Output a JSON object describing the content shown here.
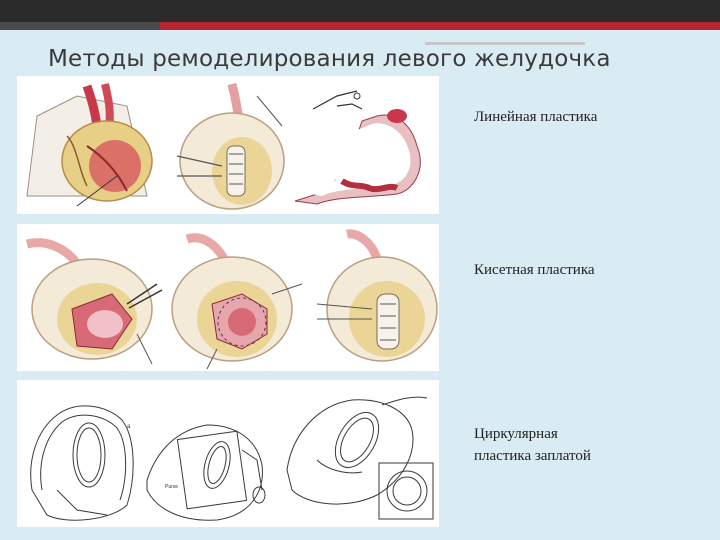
{
  "slide": {
    "title": "Методы ремоделирования левого желудочка",
    "methods": [
      {
        "label": "Линейная пластика"
      },
      {
        "label": "Кисетная пластика"
      },
      {
        "label_line1": "Циркулярная",
        "label_line2": "пластика заплатой"
      }
    ],
    "colors": {
      "background": "#d9ebf3",
      "top_bar": "#2b2b2b",
      "accent": "#b5262f",
      "heart_red": "#c8384a",
      "heart_yellow": "#e8cf86"
    },
    "illustrations": [
      "linear-plasty-stage1-image",
      "linear-plasty-stage2-image",
      "linear-plasty-section-image",
      "purse-string-stage1-image",
      "purse-string-stage2-image",
      "purse-string-stage3-image",
      "patch-plasty-stage1-image",
      "patch-plasty-stage2-image",
      "patch-plasty-stage3-image"
    ]
  }
}
